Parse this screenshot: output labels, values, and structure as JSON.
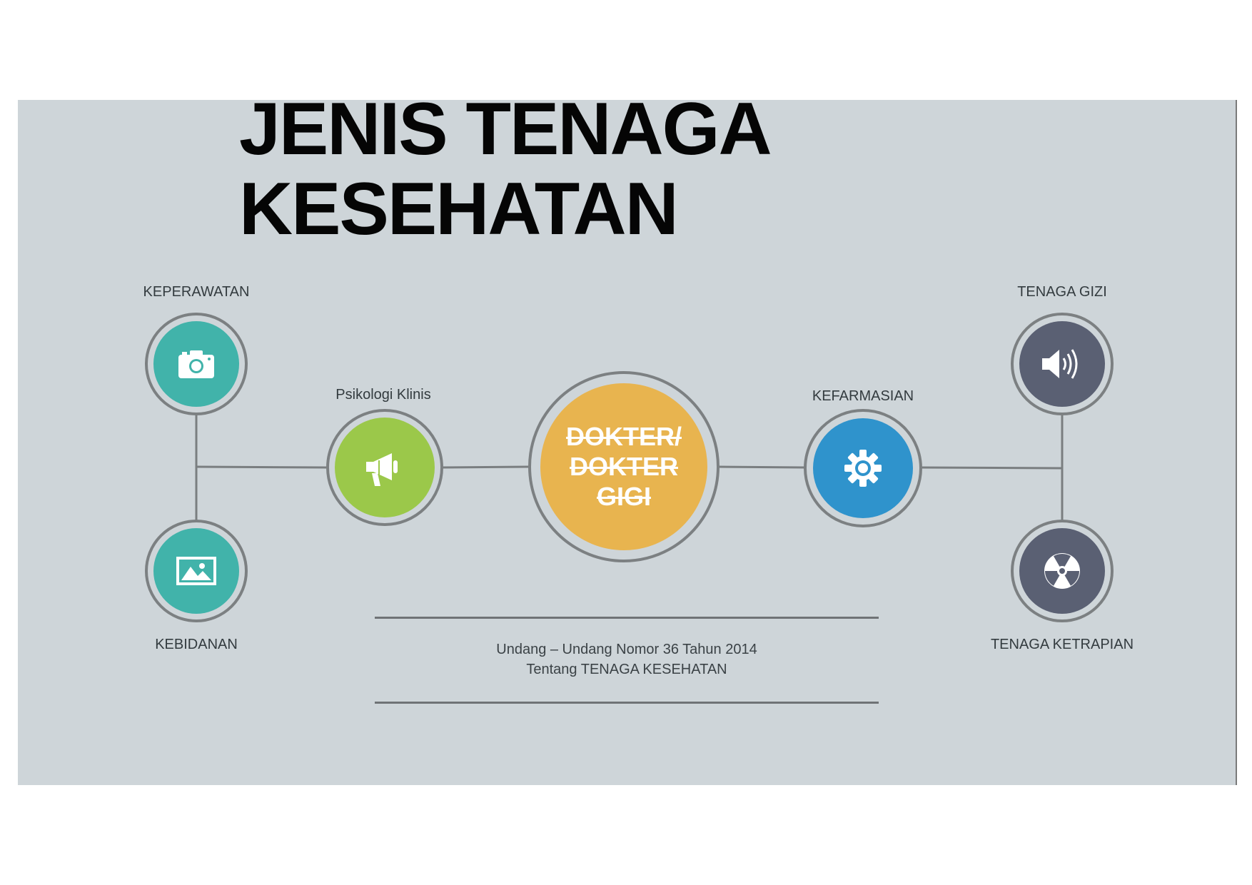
{
  "title": {
    "line1": "JENIS TENAGA",
    "line2": "KESEHATAN"
  },
  "center": {
    "text": "DOKTER/\nDOKTER\nGIGI",
    "color": "#e8b44f"
  },
  "nodes": {
    "keperawatan": {
      "label": "KEPERAWATAN",
      "icon": "camera-icon",
      "color": "#41b3aa"
    },
    "kebidanan": {
      "label": "KEBIDANAN",
      "icon": "image-icon",
      "color": "#41b3aa"
    },
    "psikologi": {
      "label": "Psikologi Klinis",
      "icon": "megaphone-icon",
      "color": "#9bc84a"
    },
    "kefarmasian": {
      "label": "KEFARMASIAN",
      "icon": "gear-icon",
      "color": "#2f93cc"
    },
    "gizi": {
      "label": "TENAGA GIZI",
      "icon": "speaker-icon",
      "color": "#5a6073"
    },
    "ketrapian": {
      "label": "TENAGA KETRAPIAN",
      "icon": "radiation-icon",
      "color": "#5a6073"
    }
  },
  "reference": {
    "line1": "Undang – Undang Nomor 36 Tahun 2014",
    "line2": "Tentang TENAGA KESEHATAN"
  }
}
